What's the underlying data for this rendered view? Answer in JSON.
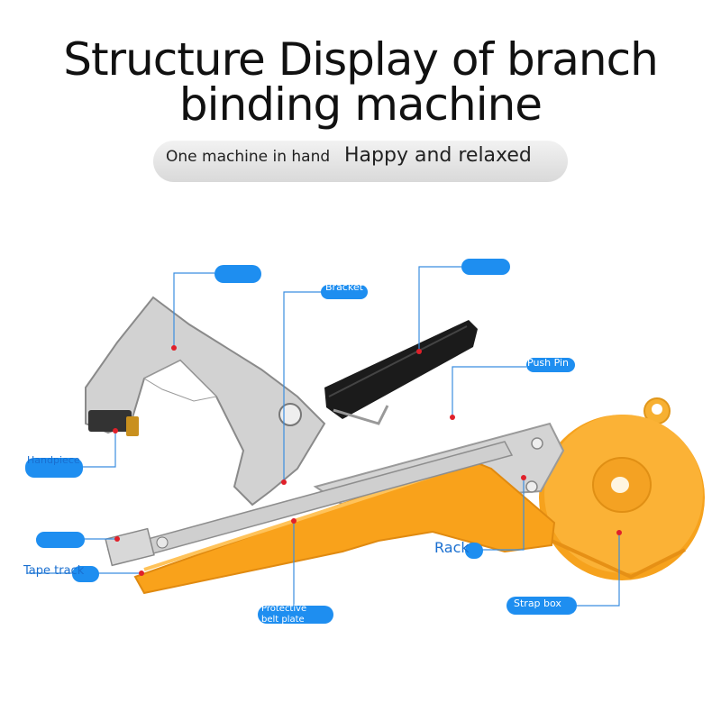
{
  "title": {
    "line1": "Structure Display of branch",
    "line2": "binding machine"
  },
  "subtitle": {
    "left": "One machine in hand",
    "right": "Happy and relaxed"
  },
  "labels": {
    "bracket": "Bracket",
    "push_pin": "Push Pin",
    "handpiece": "Handpiece",
    "rack": "Rack",
    "tape_track": "Tape track",
    "protective_belt_plate": "Protective belt plate",
    "strap_box": "Strap box"
  },
  "colors": {
    "leader_line": "#3b8ee0",
    "label_blob": "#1e8ef0",
    "tape_orange": "#f7a520",
    "metal": "#c9c9c9",
    "handle_black": "#1a1a1a",
    "marker_red": "#e0202a"
  }
}
